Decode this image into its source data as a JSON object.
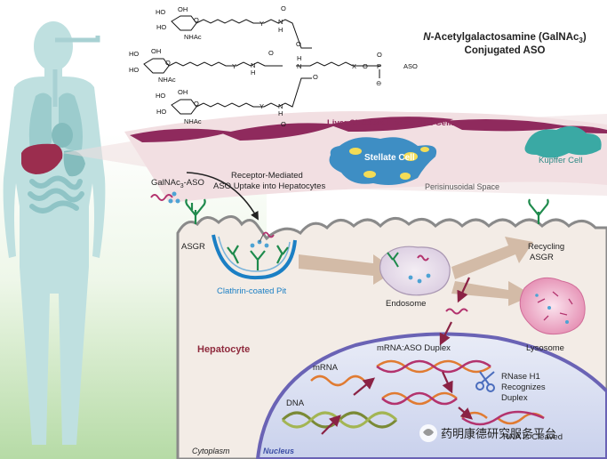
{
  "title": {
    "line1_italic": "N",
    "line1_rest": "-Acetylgalactosamine (GalNAc",
    "line1_sub": "3",
    "line1_close": ")",
    "line2": "Conjugated ASO"
  },
  "chemistry": {
    "oh_labels": [
      "HO",
      "OH",
      "HO",
      "HO",
      "OH",
      "HO",
      "HO",
      "OH",
      "HO"
    ],
    "nhac_labels": [
      "NHAc",
      "NHAc",
      "NHAc"
    ],
    "o_labels": [
      "O",
      "O",
      "O",
      "O",
      "O",
      "O",
      "O",
      "O",
      "O",
      "O"
    ],
    "y_labels": [
      "Y",
      "Y",
      "Y"
    ],
    "h_labels": [
      "H",
      "H",
      "H",
      "H"
    ],
    "n_labels": [
      "N",
      "N",
      "N",
      "N"
    ],
    "linker_x": "X",
    "phosphate_p": "P",
    "phosphate_charge": "⊖",
    "aso_tail": "ASO"
  },
  "labels": {
    "liver_endothelial": "Liver Sinusoid Endothelial Cells",
    "kupffer": "Kupffer Cell",
    "stellate": "Stellate Cell",
    "perisinusoidal": "Perisinusoidal Space",
    "galnac_aso_prefix": "GalNAc",
    "galnac_aso_sub": "3",
    "galnac_aso_suffix": "-ASO",
    "receptor_mediated_line1": "Receptor-Mediated",
    "receptor_mediated_line2": "ASO Uptake into Hepatocytes",
    "asgr": "ASGR",
    "clathrin_pit": "Clathrin-coated Pit",
    "recycling_line1": "Recycling",
    "recycling_line2": "ASGR",
    "endosome": "Endosome",
    "lysosome": "Lysosome",
    "hepatocyte": "Hepatocyte",
    "mrna_aso_duplex": "mRNA:ASO Duplex",
    "mrna": "mRNA",
    "dna": "DNA",
    "rnase_line1": "RNase H1",
    "rnase_line2": "Recognizes",
    "rnase_line3": "Duplex",
    "rna_cleaved": "RNA Is Cleaved",
    "cytoplasm": "Cytoplasm",
    "nucleus": "Nucleus"
  },
  "watermark": "药明康德研究服务平台",
  "colors": {
    "body_silhouette": "#bfe0e0",
    "liver": "#9b2d4e",
    "endothelial": "#8f2a5d",
    "kupffer": "#3aa9a4",
    "stellate_body": "#3e8ec4",
    "stellate_droplets": "#f3dc56",
    "hepatocyte_fill": "#f3ece6",
    "hepatocyte_membrane": "#8a8a8a",
    "clathrin": "#1b7fc4",
    "asgr_receptor": "#1e8a4c",
    "aso_strand": "#b3336e",
    "nucleus_fill": "#d6dcf0",
    "nucleus_border": "#6a63b5",
    "rna_strand": "#e07b32",
    "dna_strand": "#7a8a36",
    "arrow_tan": "#ccb39b",
    "arrow_dark": "#8a2244",
    "lysosome": "#e58fb3"
  }
}
